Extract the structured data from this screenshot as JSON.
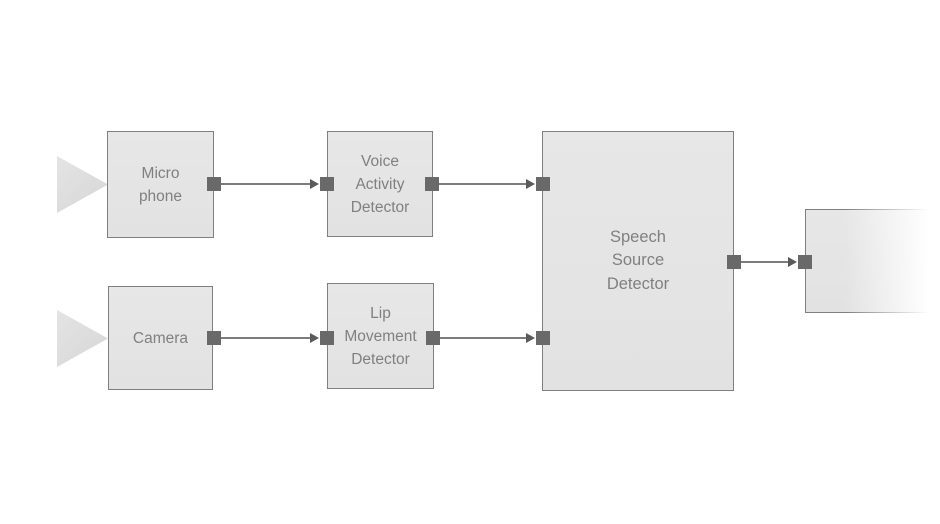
{
  "diagram": {
    "description": "Audio-visual speech source detection pipeline block diagram",
    "nodes": {
      "microphone": {
        "label": "Micro\nphone"
      },
      "voice_activity_detector": {
        "label": "Voice\nActivity\nDetector"
      },
      "camera": {
        "label": "Camera"
      },
      "lip_movement_detector": {
        "label": "Lip\nMovement\nDetector"
      },
      "speech_source_detector": {
        "label": "Speech\nSource\nDetector"
      },
      "output": {
        "label": ""
      }
    },
    "edges": [
      {
        "from": "microphone",
        "to": "voice_activity_detector"
      },
      {
        "from": "voice_activity_detector",
        "to": "speech_source_detector"
      },
      {
        "from": "camera",
        "to": "lip_movement_detector"
      },
      {
        "from": "lip_movement_detector",
        "to": "speech_source_detector"
      },
      {
        "from": "speech_source_detector",
        "to": "output"
      }
    ],
    "inputs": [
      {
        "name": "audio-input-triangle",
        "feeds": "microphone"
      },
      {
        "name": "video-input-triangle",
        "feeds": "camera"
      }
    ],
    "colors": {
      "background": "#ffffff",
      "node_fill": "#e4e4e4",
      "node_border": "#7f7f7f",
      "label_text": "#808080",
      "connector_square": "#696969",
      "arrow_line": "#7c7c7c",
      "arrow_head": "#5a5a5a",
      "input_triangle": "#dcdcdc"
    }
  }
}
